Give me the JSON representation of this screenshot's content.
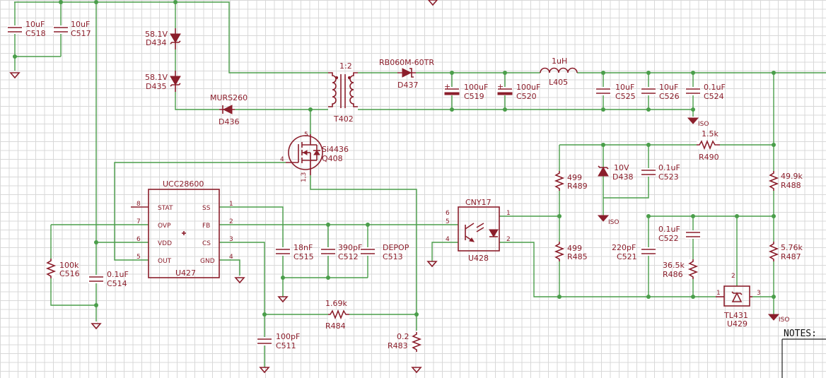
{
  "labels": {
    "C518": [
      "10uF",
      "C518"
    ],
    "C517": [
      "10uF",
      "C517"
    ],
    "D434": [
      "58.1V",
      "D434"
    ],
    "D435": [
      "58.1V",
      "D435"
    ],
    "D436": [
      "MURS260",
      "D436"
    ],
    "T402": [
      "1:2",
      "T402"
    ],
    "D437": [
      "RB060M-60TR",
      "D437"
    ],
    "L405": [
      "1uH",
      "L405"
    ],
    "C519": [
      "100uF",
      "C519"
    ],
    "C520": [
      "100uF",
      "C520"
    ],
    "C525": [
      "10uF",
      "C525"
    ],
    "C526": [
      "10uF",
      "C526"
    ],
    "C524": [
      "0.1uF",
      "C524"
    ],
    "Q408": [
      "Si4436",
      "Q408"
    ],
    "U427": [
      "UCC28600",
      "U427"
    ],
    "CNY17": [
      "CNY17",
      "U428"
    ],
    "R490": [
      "1.5k",
      "R490"
    ],
    "R489": [
      "499",
      "R489"
    ],
    "D438": [
      "10V",
      "D438"
    ],
    "C523": [
      "0.1uF",
      "C523"
    ],
    "R488": [
      "49.9k",
      "R488"
    ],
    "C516": [
      "100k",
      "C516"
    ],
    "C514": [
      "0.1uF",
      "C514"
    ],
    "C515": [
      "18nF",
      "C515"
    ],
    "C512": [
      "390pF",
      "C512"
    ],
    "C513": [
      "DEPOP",
      "C513"
    ],
    "R485": [
      "499",
      "R485"
    ],
    "C522": [
      "0.1uF",
      "C522"
    ],
    "C521": [
      "220pF",
      "C521"
    ],
    "R486": [
      "36.5k",
      "R486"
    ],
    "R487": [
      "5.76k",
      "R487"
    ],
    "U429": [
      "TL431",
      "U429"
    ],
    "R484": [
      "1.69k",
      "R484"
    ],
    "C511": [
      "100pF",
      "C511"
    ],
    "R483": [
      "0.2",
      "R483"
    ]
  },
  "ucc_pins_left": [
    {
      "num": "8",
      "name": "STAT"
    },
    {
      "num": "7",
      "name": "OVP"
    },
    {
      "num": "6",
      "name": "VDD"
    },
    {
      "num": "5",
      "name": "OUT"
    }
  ],
  "ucc_pins_right": [
    {
      "num": "1",
      "name": "SS"
    },
    {
      "num": "2",
      "name": "FB"
    },
    {
      "num": "3",
      "name": "CS"
    },
    {
      "num": "4",
      "name": "GND"
    }
  ],
  "opto_pins": [
    "6",
    "5",
    "4",
    "1",
    "2"
  ],
  "tl431_pins": [
    "1",
    "2",
    "3"
  ],
  "mosfet_pins": [
    "5",
    "4",
    "1,3"
  ],
  "iso_label": "ISO",
  "notes_label": "NOTES:",
  "colors": {
    "wire": "#4a9e4a",
    "part": "#8b1e2b",
    "grid": "#d8d8d8"
  }
}
